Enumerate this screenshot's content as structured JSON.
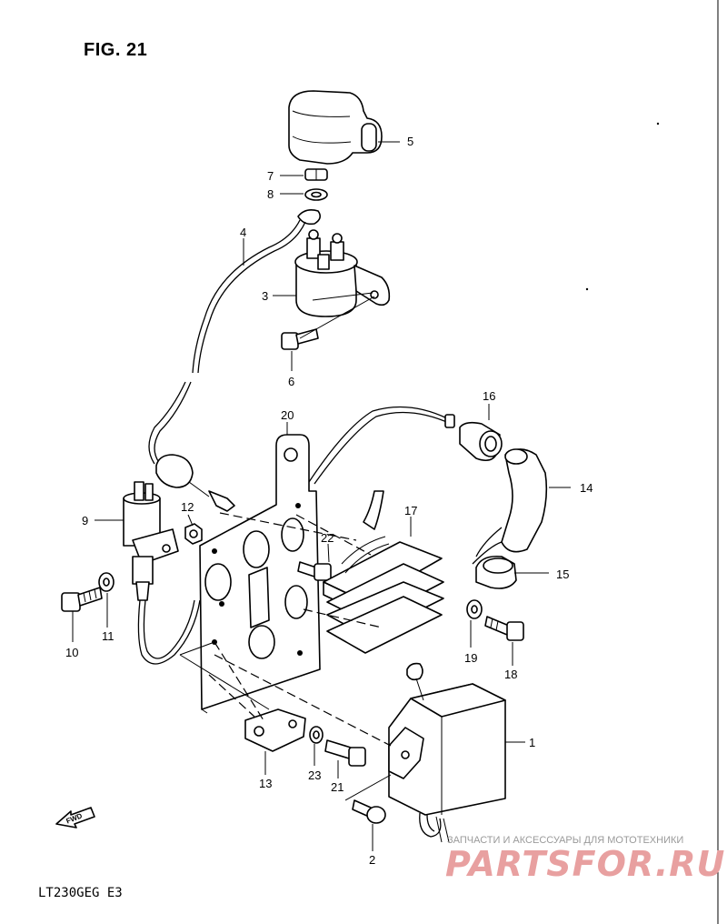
{
  "figure": {
    "title": "FIG. 21",
    "model_code": "LT230GEG  E3"
  },
  "callouts": {
    "n1": "1",
    "n2": "2",
    "n3": "3",
    "n4": "4",
    "n5": "5",
    "n6": "6",
    "n7": "7",
    "n8": "8",
    "n9": "9",
    "n10": "10",
    "n11": "11",
    "n12": "12",
    "n13": "13",
    "n14": "14",
    "n15": "15",
    "n16": "16",
    "n17": "17",
    "n18": "18",
    "n19": "19",
    "n20": "20",
    "n21": "21",
    "n22": "22",
    "n23": "23"
  },
  "direction_marker": "FWD",
  "watermark": {
    "subtitle": "ЗАПЧАСТИ И АКСЕССУАРЫ ДЛЯ МОТОТЕХНИКИ",
    "logo": "PARTSFOR.RU"
  }
}
